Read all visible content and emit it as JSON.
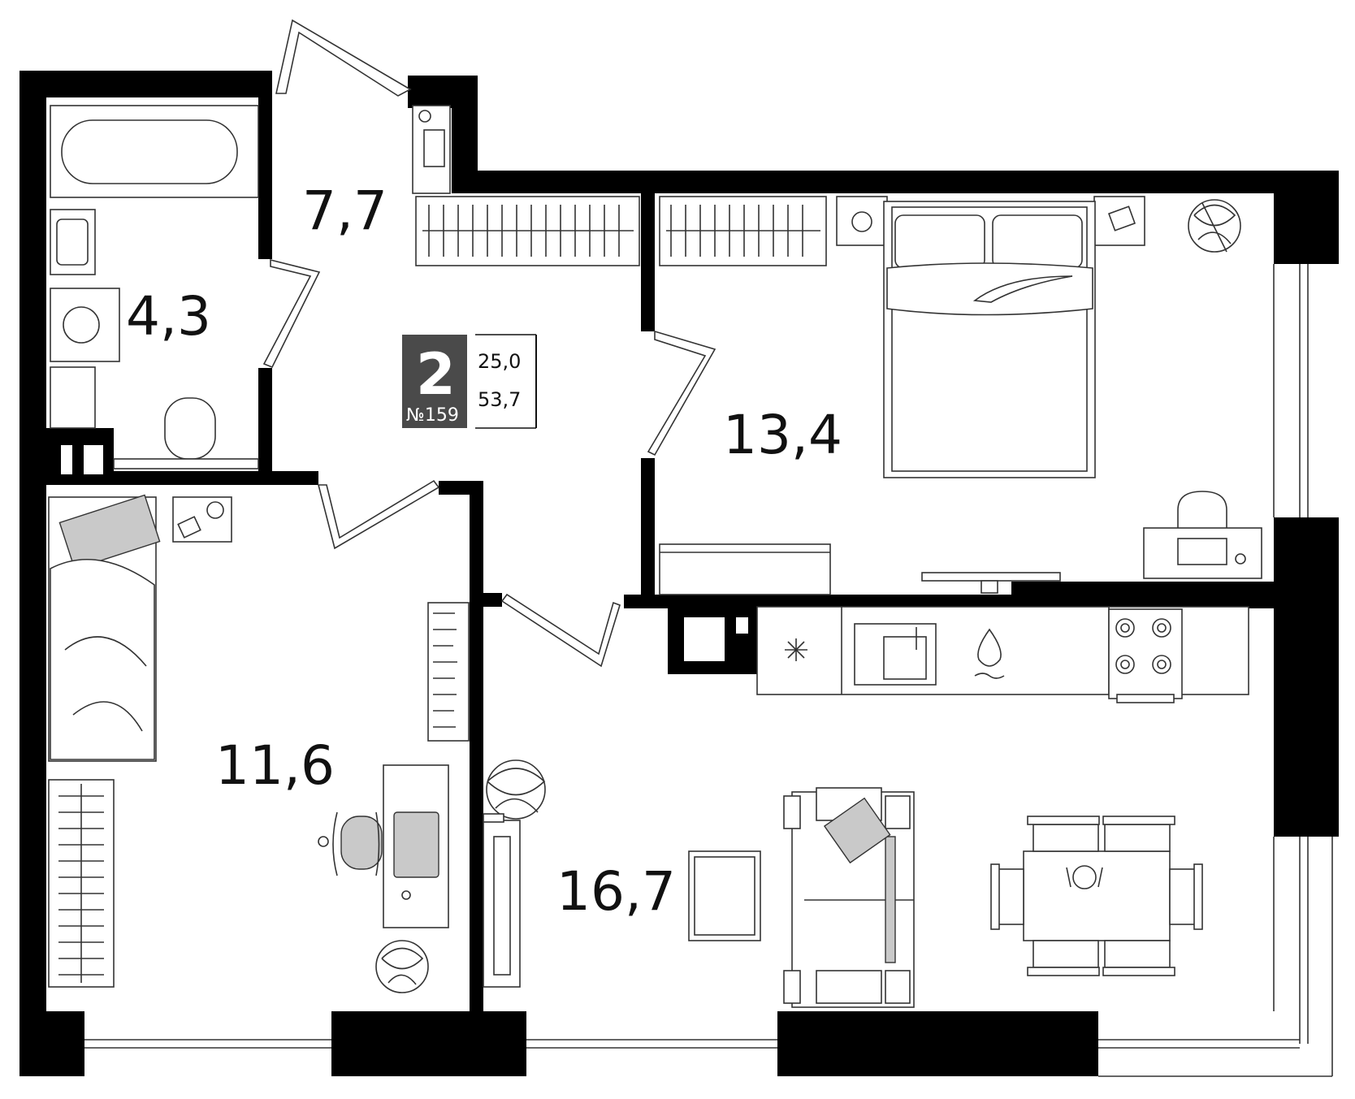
{
  "apartment": {
    "rooms_count": "2",
    "number": "№159",
    "living_area": "25,0",
    "total_area": "53,7"
  },
  "rooms": {
    "bathroom": "4,3",
    "hallway": "7,7",
    "bedroom": "13,4",
    "kids_room": "11,6",
    "living_kitchen": "16,7"
  },
  "colors": {
    "wall": "#000000",
    "badge_bg": "#4a4a4a",
    "furniture_stroke": "#333333",
    "accent_gray": "#c9c9c9"
  }
}
